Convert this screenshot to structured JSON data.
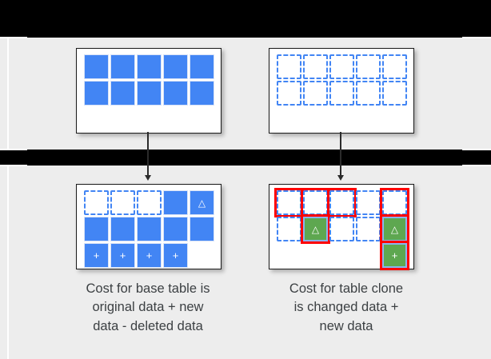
{
  "theme": {
    "background_black": "#000000",
    "panel_gray": "#ededed",
    "card_white": "#ffffff",
    "blue": "#4285F4",
    "green": "#5EA750",
    "red_highlight": "#FF0000",
    "text_gray": "#3c4043"
  },
  "diagram": {
    "top_left_table": {
      "name": "base-table-original",
      "rows": [
        [
          {
            "state": "blue",
            "glyph": ""
          },
          {
            "state": "blue",
            "glyph": ""
          },
          {
            "state": "blue",
            "glyph": ""
          },
          {
            "state": "blue",
            "glyph": ""
          },
          {
            "state": "blue",
            "glyph": ""
          }
        ],
        [
          {
            "state": "blue",
            "glyph": ""
          },
          {
            "state": "blue",
            "glyph": ""
          },
          {
            "state": "blue",
            "glyph": ""
          },
          {
            "state": "blue",
            "glyph": ""
          },
          {
            "state": "blue",
            "glyph": ""
          }
        ]
      ]
    },
    "top_right_table": {
      "name": "clone-table-original",
      "rows": [
        [
          {
            "state": "dashed",
            "glyph": ""
          },
          {
            "state": "dashed",
            "glyph": ""
          },
          {
            "state": "dashed",
            "glyph": ""
          },
          {
            "state": "dashed",
            "glyph": ""
          },
          {
            "state": "dashed",
            "glyph": ""
          }
        ],
        [
          {
            "state": "dashed",
            "glyph": ""
          },
          {
            "state": "dashed",
            "glyph": ""
          },
          {
            "state": "dashed",
            "glyph": ""
          },
          {
            "state": "dashed",
            "glyph": ""
          },
          {
            "state": "dashed",
            "glyph": ""
          }
        ]
      ]
    },
    "bottom_left_table": {
      "name": "base-table-after-changes",
      "rows": [
        [
          {
            "state": "dashed",
            "glyph": "−",
            "highlight": false
          },
          {
            "state": "dashed",
            "glyph": "−",
            "highlight": false
          },
          {
            "state": "dashed",
            "glyph": "−",
            "highlight": false
          },
          {
            "state": "blue",
            "glyph": "",
            "highlight": false
          },
          {
            "state": "blue",
            "glyph": "△",
            "highlight": false
          }
        ],
        [
          {
            "state": "blue",
            "glyph": "",
            "highlight": false
          },
          {
            "state": "blue",
            "glyph": "",
            "highlight": false
          },
          {
            "state": "blue",
            "glyph": "",
            "highlight": false
          },
          {
            "state": "blue",
            "glyph": "",
            "highlight": false
          },
          {
            "state": "blue",
            "glyph": "",
            "highlight": false
          }
        ],
        [
          {
            "state": "blue",
            "glyph": "+",
            "highlight": false
          },
          {
            "state": "blue",
            "glyph": "+",
            "highlight": false
          },
          {
            "state": "blue",
            "glyph": "+",
            "highlight": false
          },
          {
            "state": "blue",
            "glyph": "+",
            "highlight": false
          },
          {
            "state": "empty",
            "glyph": "",
            "highlight": false
          }
        ]
      ]
    },
    "bottom_right_table": {
      "name": "clone-table-after-changes",
      "rows": [
        [
          {
            "state": "dashed",
            "glyph": "",
            "highlight": true
          },
          {
            "state": "dashed",
            "glyph": "",
            "highlight": true
          },
          {
            "state": "dashed",
            "glyph": "",
            "highlight": true
          },
          {
            "state": "dashed",
            "glyph": "",
            "highlight": false
          },
          {
            "state": "dashed",
            "glyph": "",
            "highlight": true
          }
        ],
        [
          {
            "state": "dashed",
            "glyph": "",
            "highlight": false
          },
          {
            "state": "green",
            "glyph": "△",
            "highlight": true
          },
          {
            "state": "dashed",
            "glyph": "",
            "highlight": false
          },
          {
            "state": "dashed",
            "glyph": "",
            "highlight": false
          },
          {
            "state": "green",
            "glyph": "△",
            "highlight": true
          }
        ],
        [
          {
            "state": "empty",
            "glyph": "",
            "highlight": false
          },
          {
            "state": "empty",
            "glyph": "",
            "highlight": false
          },
          {
            "state": "empty",
            "glyph": "",
            "highlight": false
          },
          {
            "state": "empty",
            "glyph": "",
            "highlight": false
          },
          {
            "state": "green",
            "glyph": "+",
            "highlight": true
          }
        ]
      ]
    },
    "captions": {
      "left": {
        "line1": "Cost for base table is",
        "line2": "original data + new",
        "line3": "data - deleted data"
      },
      "right": {
        "line1": "Cost for table clone",
        "line2": "is changed data +",
        "line3": "new data"
      }
    },
    "arrows": {
      "left_label": "base-table-flow-arrow",
      "right_label": "clone-table-flow-arrow"
    }
  }
}
